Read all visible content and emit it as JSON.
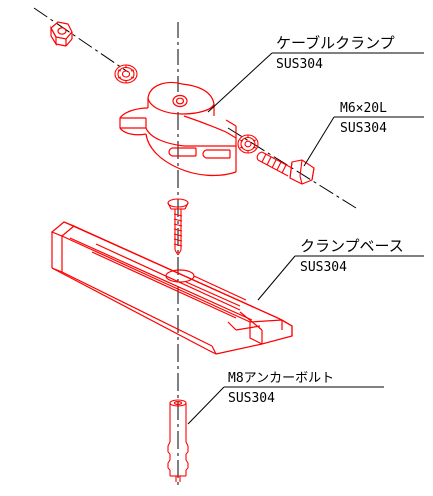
{
  "colors": {
    "part_line": "#ff0000",
    "leader_line": "#000000",
    "background": "#ffffff"
  },
  "callouts": [
    {
      "name": "ケーブルクランプ",
      "material": "SUS304"
    },
    {
      "name": "M6×20L",
      "material": "SUS304"
    },
    {
      "name": "クランプベース",
      "material": "SUS304"
    },
    {
      "name": "M8アンカーボルト",
      "material": "SUS304"
    }
  ]
}
